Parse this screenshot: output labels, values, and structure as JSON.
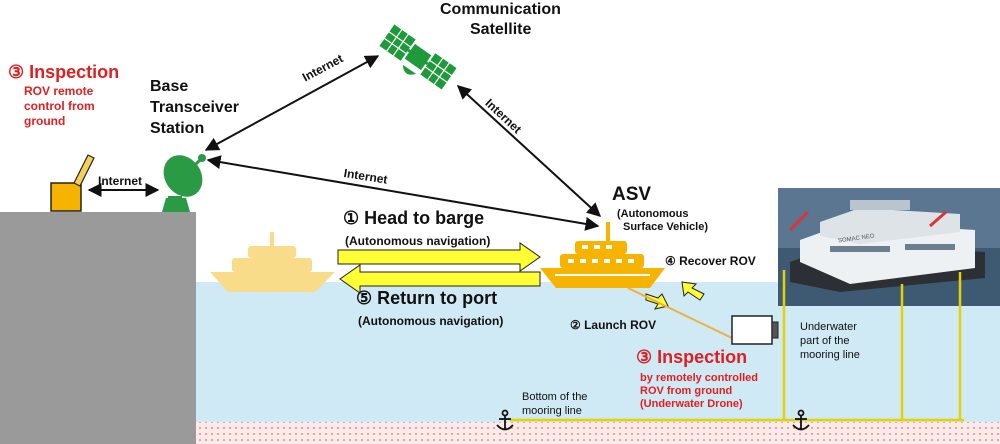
{
  "colors": {
    "sea": "#cfe9f5",
    "seabed": "#fbeaea",
    "land": "#9a9a9a",
    "satellite": "#1f9a3a",
    "antenna": "#2a9a45",
    "boat_active": "#f6b400",
    "boat_ghost": "#f8dc8a",
    "arrow_yellow": "#ffff33",
    "mooring": "#e6d200",
    "inspection_red": "#e02020"
  },
  "labels": {
    "satellite": [
      "Communication",
      "Satellite"
    ],
    "station": [
      "Base",
      "Transceiver",
      "Station"
    ],
    "inspection_ground_title": "③ Inspection",
    "inspection_ground_desc": [
      "ROV remote",
      "control from",
      "ground"
    ],
    "internet_sat_station": "Internet",
    "internet_sat_asv": "Internet",
    "internet_station_asv": "Internet",
    "internet_ground": "Internet",
    "asv_title": "ASV",
    "asv_desc": [
      "(Autonomous",
      "Surface Vehicle)"
    ],
    "step1_title": "① Head to barge",
    "step1_desc": "(Autonomous navigation)",
    "step5_title": "⑤ Return to port",
    "step5_desc": "(Autonomous navigation)",
    "step4": "④ Recover ROV",
    "step2": "② Launch ROV",
    "inspection_rov_title": "③ Inspection",
    "inspection_rov_desc": [
      "by remotely controlled",
      "ROV from ground",
      "(Underwater Drone)"
    ],
    "mooring_underwater": [
      "Underwater",
      "part of the",
      "mooring line"
    ],
    "mooring_bottom": [
      "Bottom of the",
      "mooring line"
    ],
    "barge_sign": "SOMAC NEO"
  },
  "icons": {
    "satellite": "satellite-icon",
    "station": "satellite-dish-icon",
    "rov": "rov-icon",
    "anchor": "anchor-icon",
    "controller": "controller-icon"
  }
}
